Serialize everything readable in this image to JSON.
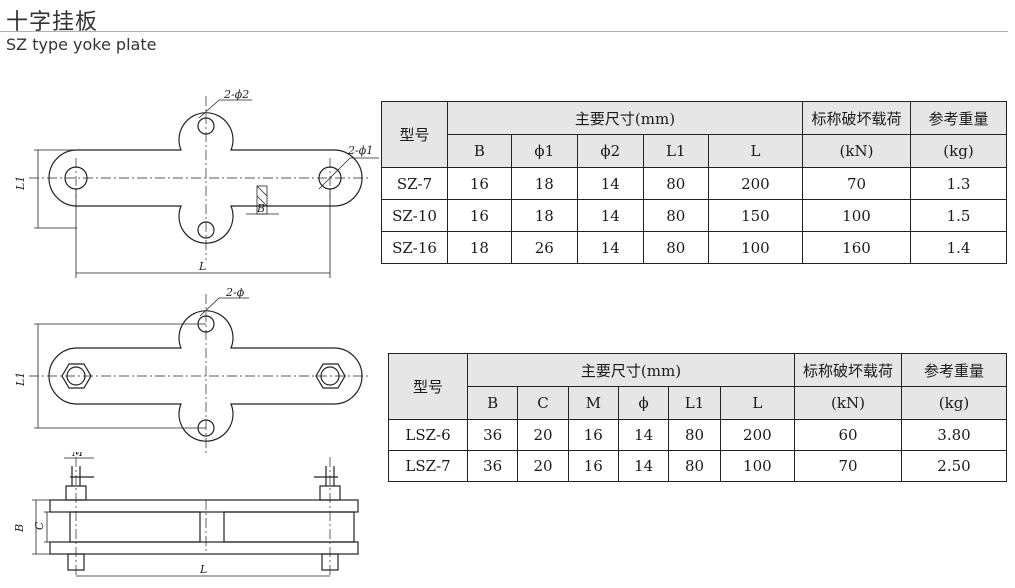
{
  "header": {
    "title_cn": "十字挂板",
    "title_en": "SZ type yoke plate"
  },
  "drawing1": {
    "phi2_label": "2-ϕ2",
    "phi1_label": "2-ϕ1",
    "l1_label": "L1",
    "l_label": "L",
    "b_label": "B"
  },
  "drawing2": {
    "phi_label": "2-ϕ",
    "l1_label": "L1"
  },
  "drawing3": {
    "m_label": "M",
    "b_label": "B",
    "c_label": "C",
    "l_label": "L"
  },
  "table1": {
    "model_header": "型号",
    "dims_header": "主要尺寸(mm)",
    "load_header_line1": "标称破坏载荷",
    "load_header_line2": "(kN)",
    "weight_header_line1": "参考重量",
    "weight_header_line2": "(kg)",
    "sub_headers": [
      "B",
      "ϕ1",
      "ϕ2",
      "L1",
      "L"
    ],
    "rows": [
      [
        "SZ-7",
        "16",
        "18",
        "14",
        "80",
        "200",
        "70",
        "1.3"
      ],
      [
        "SZ-10",
        "16",
        "18",
        "14",
        "80",
        "150",
        "100",
        "1.5"
      ],
      [
        "SZ-16",
        "18",
        "26",
        "14",
        "80",
        "100",
        "160",
        "1.4"
      ]
    ]
  },
  "table2": {
    "model_header": "型号",
    "dims_header": "主要尺寸(mm)",
    "load_header_line1": "标称破坏载荷",
    "load_header_line2": "(kN)",
    "weight_header_line1": "参考重量",
    "weight_header_line2": "(kg)",
    "sub_headers": [
      "B",
      "C",
      "M",
      "ϕ",
      "L1",
      "L"
    ],
    "rows": [
      [
        "LSZ-6",
        "36",
        "20",
        "16",
        "14",
        "80",
        "200",
        "60",
        "3.80"
      ],
      [
        "LSZ-7",
        "36",
        "20",
        "16",
        "14",
        "80",
        "100",
        "70",
        "2.50"
      ]
    ]
  }
}
